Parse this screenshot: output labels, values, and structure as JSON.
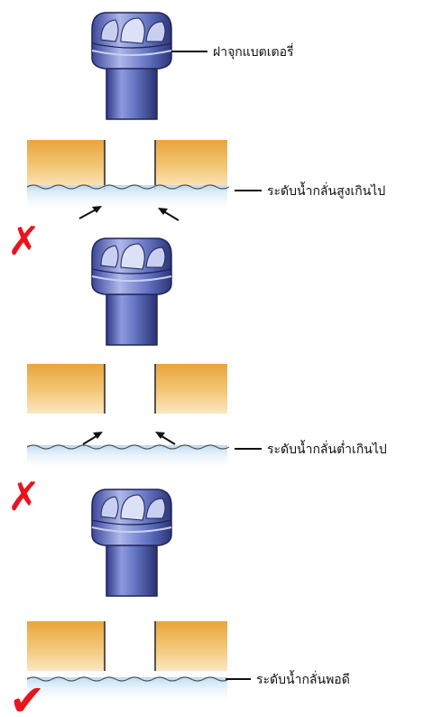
{
  "labels": {
    "cap": "ฝาจุกแบตเตอรี่",
    "too_high": "ระดับน้ำกลั่นสูงเกินไป",
    "too_low": "ระดับน้ำกลั่นต่ำเกินไป",
    "correct": "ระดับน้ำกลั่นพอดี"
  },
  "marks": {
    "wrong_glyph": "✗",
    "right_glyph": "✔"
  },
  "colors": {
    "mark": "#e8141e",
    "plug_body": "#5e6fbd",
    "plug_dark": "#2b3478",
    "plug_light": "#c9cff0",
    "block_top": "#e8a53c",
    "block_bottom": "#fbe7c2",
    "water": "#cfe6f6"
  }
}
